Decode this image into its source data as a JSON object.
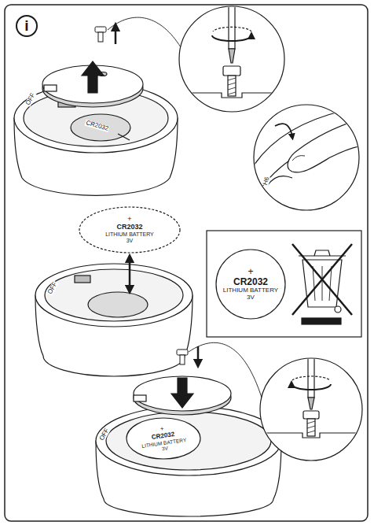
{
  "diagram": {
    "nodes": [
      {
        "text": [
          "i"
        ]
      },
      {
        "text": [
          "+",
          "CR2032",
          "LITHIUM BATTERY",
          "3V"
        ]
      },
      {
        "text": [
          "+",
          "CR2032",
          "LITHIUM BATTERY",
          "3V"
        ]
      },
      {
        "text": [
          "+",
          "CR2032",
          "LITHIUM BATTERY",
          "3V"
        ]
      }
    ],
    "labels": [
      "OFF",
      "CR2032",
      "H6",
      "OFF",
      "OFF"
    ]
  }
}
